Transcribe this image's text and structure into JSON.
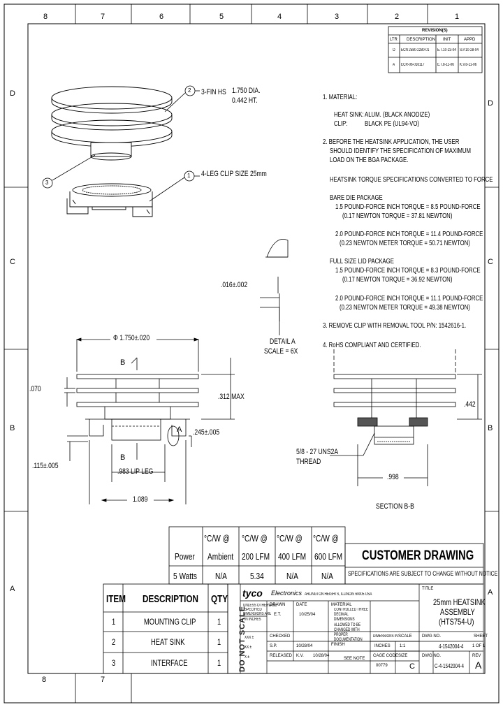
{
  "zones": {
    "top": [
      "8",
      "7",
      "6",
      "5",
      "4",
      "3",
      "2",
      "1"
    ],
    "bottom": [
      "8",
      "7"
    ],
    "left": [
      "D",
      "C",
      "B",
      "A"
    ],
    "right": [
      "D",
      "C",
      "B",
      "A"
    ]
  },
  "revisions": {
    "title": "REVISION(S)",
    "headers": [
      "LTR",
      "DESCRIPTION",
      "INIT",
      "APPD"
    ],
    "rows": [
      [
        "O",
        "ECN 2580-2280-01",
        "E.T.10-23-04",
        "S.P.10-28-04"
      ],
      [
        "A",
        "ECR-06-016117",
        "E.T.8-11-06",
        "K.V.8-11-06"
      ]
    ]
  },
  "callouts": {
    "c2": {
      "num": "2",
      "text1": "3-FIN HS",
      "text2": "1.750 DIA.",
      "text3": "0.442 HT."
    },
    "c1": {
      "num": "1",
      "text": "4-LEG CLIP SIZE 25mm"
    },
    "c3": {
      "num": "3"
    }
  },
  "notes": {
    "n1": "1. MATERIAL:",
    "hs_label": "HEAT SINK:",
    "hs_value": "ALUM. (BLACK ANODIZE)",
    "clip_label": "CLIP:",
    "clip_value": "BLACK PE (UL94-VO)",
    "n2": [
      "2. BEFORE THE HEATSINK APPLICATION, THE USER",
      "SHOULD IDENTIFY THE SPECIFICATION OF MAXIMUM",
      "LOAD ON THE BGA PACKAGE."
    ],
    "conv": "HEATSINK TORQUE SPECIFICATIONS CONVERTED TO FORCE",
    "bare_title": "BARE DIE PACKAGE",
    "bare1": [
      "1.5 POUND-FORCE INCH TORQUE = 8.5 POUND-FORCE",
      "(0.17 NEWTON TORQUE = 37.81 NEWTON)"
    ],
    "bare2": [
      "2.0 POUND-FORCE INCH TORQUE = 11.4 POUND-FORCE",
      "(0.23 NEWTON METER TORQUE = 50.71 NEWTON)"
    ],
    "full_title": "FULL SIZE LID PACKAGE",
    "full1": [
      "1.5 POUND-FORCE INCH TORQUE = 8.3 POUND-FORCE",
      "(0.17 NEWTON TORQUE = 36.92 NEWTON)"
    ],
    "full2": [
      "2.0 POUND-FORCE INCH TORQUE = 11.1 POUND-FORCE",
      "(0.23 NEWTON METER TORQUE = 49.38 NEWTON)"
    ],
    "n3": "3. REMOVE CLIP WITH REMOVAL TOOL P/N: 1542616-1.",
    "n4": "4. RoHS COMPLIANT AND CERTIFIED."
  },
  "dims": {
    "d016": ".016±.002",
    "detail1": "DETAIL A",
    "detail2": "SCALE = 6X",
    "d1750": "Φ 1.750±.020",
    "b_top": "B",
    "b_bot": "B",
    "d070": ".070",
    "d312": ".312 MAX",
    "a_lbl": "A",
    "d245": ".245±.005",
    "d115": ".115±.005",
    "d983": ".983 LIP LEG",
    "d1089": "1.089",
    "d442": ".442",
    "thread1": "5/8 - 27 UNS2A",
    "thread2": "THREAD",
    "d998": ".998",
    "section": "SECTION B-B"
  },
  "perf": {
    "header_top": [
      "°C/W @",
      "°C/W @",
      "°C/W @",
      "°C/W @"
    ],
    "header_bot": [
      "Power",
      "Ambient",
      "200 LFM",
      "400 LFM",
      "600 LFM"
    ],
    "row": [
      "5 Watts",
      "N/A",
      "5.34",
      "N/A",
      "N/A"
    ]
  },
  "customer": {
    "title": "CUSTOMER DRAWING",
    "subtitle": "SPECIFICATIONS ARE SUBJECT TO CHANGE WITHOUT NOTICE"
  },
  "bom": {
    "headers": [
      "ITEM",
      "DESCRIPTION",
      "QTY"
    ],
    "rows": [
      [
        "1",
        "MOUNTING CLIP",
        "1"
      ],
      [
        "2",
        "HEAT SINK",
        "1"
      ],
      [
        "3",
        "INTERFACE",
        "1"
      ]
    ]
  },
  "title_block": {
    "logo": "tyco",
    "electronics": "Electronics",
    "address": "ARLINGTON HEIGHTS, ILLINOIS 60005 USA",
    "title_lbl": "TITLE",
    "title": [
      "25mm HEATSINK",
      "ASSEMBLY",
      "(HTS754-U)"
    ],
    "tol1": "UNLESS OTHERWISE",
    "tol2": "SPECIFIED",
    "tol3": "DIMENSIONS ARE",
    "tol4": "IN INCHES",
    "tol5": "XXX ±",
    "tol6": "XX ±",
    "tol7": "X ±",
    "drawn_lbl": "DRAWN",
    "drawn": "E.T.",
    "date_lbl": "DATE",
    "date": "10/25/04",
    "check_lbl": "CHECKED",
    "check": "S.P.",
    "check_date": "10/28/04",
    "mat_lbl": "MATERIAL",
    "release_lbl": "RELEASED",
    "release": "K.V.",
    "release_date": "10/28/04",
    "finish_lbl": "FINISH",
    "see_note": "SEE NOTE",
    "dim_lbl": "DIMENSIONS IN",
    "dim": "INCHES",
    "scale_lbl": "SCALE",
    "scale": "1:1",
    "dwg_lbl": "DWG NO.",
    "dwg": "4-1542004-4",
    "sheet_lbl": "SHEET",
    "sheet": "1 OF 1",
    "size_lbl": "SIZE",
    "size": "C",
    "cage_lbl": "CAGE CODE",
    "cage": "00779",
    "dwgno2_lbl": "DWG NO.",
    "dwgno2": "C-4-1542004-4",
    "rev_lbl": "REV",
    "rev": "A",
    "restricted": "CONTROLLED THREE DECIMAL DIMENSIONS ALLOWED TO BE CHANGED WITH PROPER DOCUMENTATION",
    "dns": "DO NOT SCALE"
  }
}
